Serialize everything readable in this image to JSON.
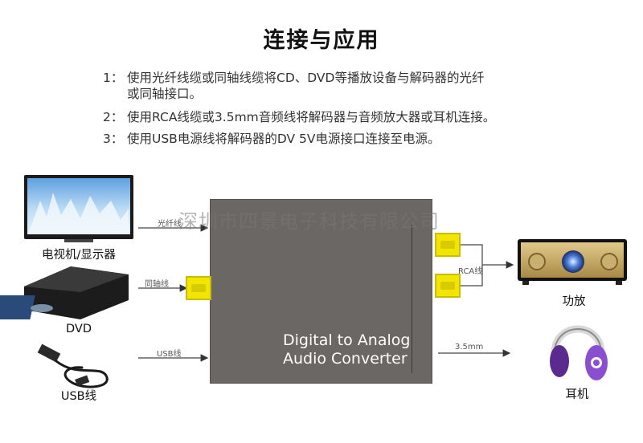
{
  "title": "连接与应用",
  "steps": [
    {
      "num": "1：",
      "lines": [
        "使用光纤线缆或同轴线缆将CD、DVD等播放设备与解码器的光纤",
        "或同轴接口。"
      ]
    },
    {
      "num": "2：",
      "lines": [
        "使用RCA线缆或3.5mm音频线将解码器与音频放大器或耳机连接。"
      ]
    },
    {
      "num": "3：",
      "lines": [
        "使用USB电源线将解码器的DV 5V电源接口连接至电源。"
      ]
    }
  ],
  "watermark": "深圳市四景电子科技有限公司",
  "device": {
    "line1": "Digital to Analog",
    "line2": "Audio Converter"
  },
  "connections": {
    "optical": "光纤线",
    "coaxial": "同轴线",
    "usb": "USB线",
    "rca": "RCA线",
    "jack35": "3.5mm"
  },
  "captions": {
    "tv": "电视机/显示器",
    "dvd": "DVD",
    "usb": "USB线",
    "amp": "功放",
    "headphones": "耳机"
  },
  "colors": {
    "device": "#6a6764",
    "jack": "#f2e600",
    "headphone": "#8a4fd0"
  }
}
